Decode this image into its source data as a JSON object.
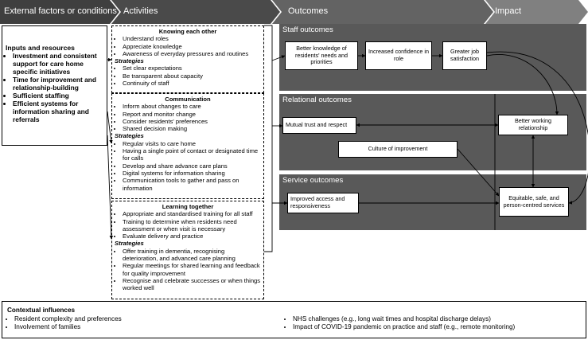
{
  "stages": {
    "external": "External factors or conditions",
    "activities": "Activities",
    "outcomes": "Outcomes",
    "impact": "Impact"
  },
  "inputs": {
    "heading": "Inputs and resources",
    "items": [
      "Investment and consistent support for care home specific initiatives",
      "Time for improvement and relationship-building",
      "Sufficient staffing",
      "Efficient systems for information sharing and referrals"
    ]
  },
  "activities": {
    "knowing": {
      "title": "Knowing each other",
      "items": [
        "Understand roles",
        "Appreciate knowledge",
        "Awareness of everyday pressures and routines"
      ],
      "strategies_label": "Strategies",
      "strategies": [
        "Set clear expectations",
        "Be transparent about capacity",
        "Continuity of staff"
      ]
    },
    "communication": {
      "title": "Communication",
      "items": [
        "Inform about changes to care",
        "Report and monitor change",
        "Consider residents' preferences",
        "Shared decision making"
      ],
      "strategies_label": "Strategies",
      "strategies": [
        "Regular visits to care home",
        "Having a single point of contact or designated time for calls",
        "Develop and share advance care plans",
        "Digital systems for information sharing",
        "Communication tools to gather and pass on information"
      ]
    },
    "learning": {
      "title": "Learning together",
      "items": [
        "Appropriate and standardised training for all staff",
        "Training to determine when residents need assessment or when visit is necessary",
        "Evaluate delivery and practice"
      ],
      "strategies_label": "Strategies",
      "strategies": [
        "Offer training in dementia, recognising deterioration, and advanced care planning",
        "Regular meetings for shared learning and feedback for quality improvement",
        "Recognise and celebrate successes or when things worked well"
      ]
    }
  },
  "outcomes": {
    "staff": {
      "title": "Staff outcomes",
      "nodes": [
        "Better knowledge of residents' needs and priorities",
        "Increased confidence in role",
        "Greater job satisfaction"
      ]
    },
    "relational": {
      "title": "Relational outcomes",
      "nodes": [
        "Mutual trust and respect",
        "Culture of improvement",
        "Better working relationship"
      ]
    },
    "service": {
      "title": "Service outcomes",
      "nodes": [
        "Improved access and responsiveness",
        "Equitable, safe, and person-centred services"
      ]
    }
  },
  "context": {
    "heading": "Contextual influences",
    "left": [
      "Resident complexity and preferences",
      "Involvement of families"
    ],
    "right": [
      "NHS challenges (e.g., long wait times and hospital discharge delays)",
      "Impact of COVID-19 pandemic on practice and staff (e.g., remote monitoring)"
    ]
  },
  "colors": {
    "stage_dark": "#404040",
    "stage_mid": "#5a5a5a",
    "stage_light": "#7f7f7f",
    "panel": "#595959"
  }
}
